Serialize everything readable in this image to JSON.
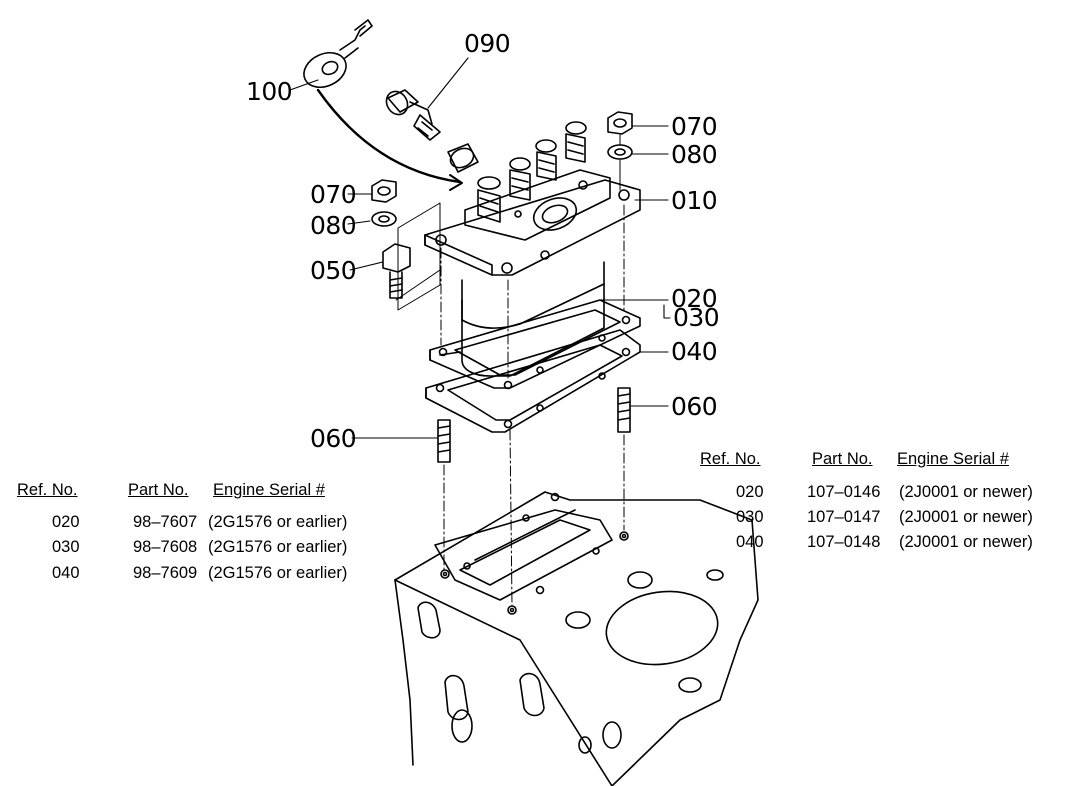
{
  "callouts": {
    "c100": "100",
    "c090": "090",
    "c070a": "070",
    "c080a": "080",
    "c010": "010",
    "c070b": "070",
    "c080b": "080",
    "c050": "050",
    "c020": "020",
    "c030": "030",
    "c040": "040",
    "c060a": "060",
    "c060b": "060"
  },
  "left_table": {
    "headers": {
      "ref": "Ref. No.",
      "part": "Part No.",
      "serial": "Engine Serial #"
    },
    "rows": [
      {
        "ref": "020",
        "part": "98–7607",
        "serial": "(2G1576 or earlier)"
      },
      {
        "ref": "030",
        "part": "98–7608",
        "serial": "(2G1576 or earlier)"
      },
      {
        "ref": "040",
        "part": "98–7609",
        "serial": "(2G1576 or earlier)"
      }
    ]
  },
  "right_table": {
    "headers": {
      "ref": "Ref. No.",
      "part": "Part No.",
      "serial": "Engine Serial #"
    },
    "rows": [
      {
        "ref": "020",
        "part": "107–0146",
        "serial": "(2J0001 or newer)"
      },
      {
        "ref": "030",
        "part": "107–0147",
        "serial": "(2J0001 or newer)"
      },
      {
        "ref": "040",
        "part": "107–0148",
        "serial": "(2J0001 or newer)"
      }
    ]
  }
}
